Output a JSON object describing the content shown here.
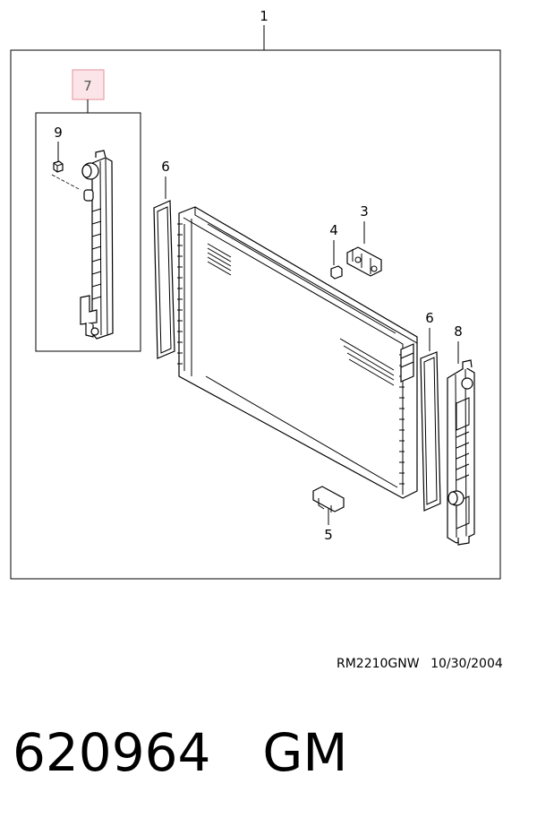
{
  "diagram": {
    "callouts": {
      "assembly": "1",
      "bracket_upper": "3",
      "clip_upper": "4",
      "bracket_lower": "5",
      "seal_left": "6",
      "seal_right": "6",
      "tank_right": "8",
      "tank_left": "7",
      "cap": "9"
    },
    "highlight_color": "#e8a0a8"
  },
  "footer": {
    "drawing_id": "RM2210GNW",
    "date": "10/30/2004",
    "part_number": "620964",
    "brand": "GM"
  }
}
